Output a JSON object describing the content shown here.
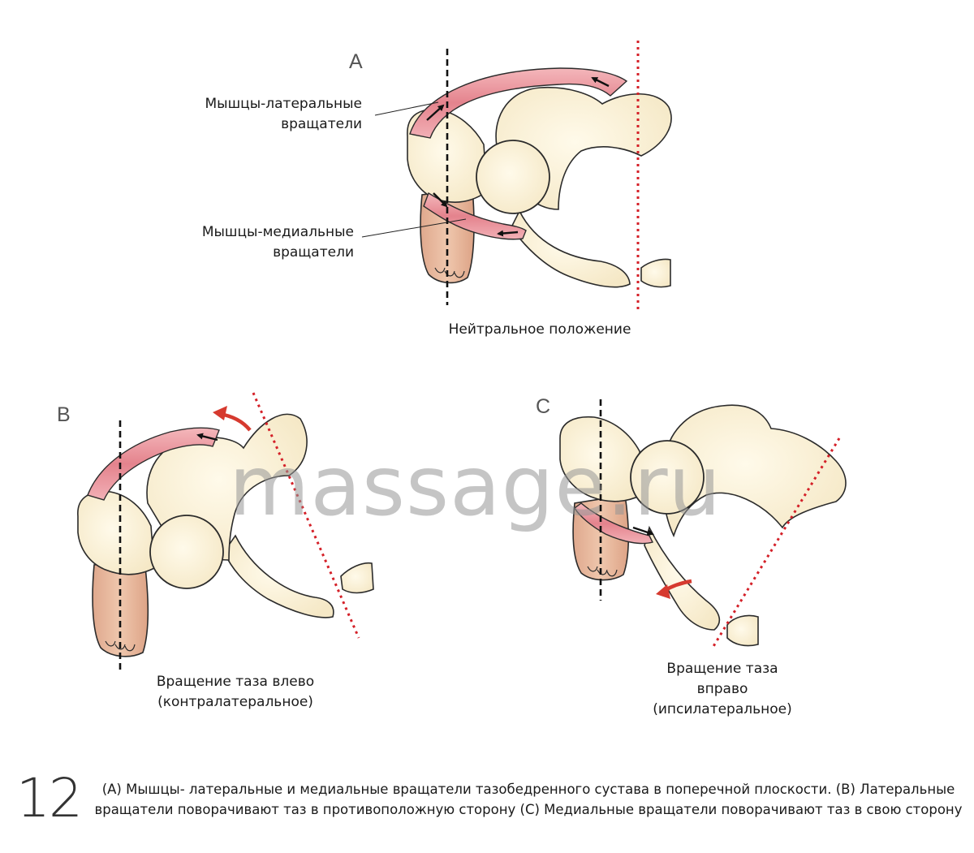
{
  "panels": {
    "a": {
      "letter": "A",
      "lateral_label": [
        "Мышцы-латеральные",
        "вращатели"
      ],
      "medial_label": [
        "Мышцы-медиальные",
        "вращатели"
      ],
      "caption": "Нейтральное положение"
    },
    "b": {
      "letter": "B",
      "caption": [
        "Вращение таза влево",
        "(контралатеральное)"
      ]
    },
    "c": {
      "letter": "C",
      "caption": [
        "Вращение таза",
        "вправо",
        "(ипсилатеральное)"
      ]
    }
  },
  "watermark": "massage.ru",
  "figure": {
    "number": "12",
    "caption": "(А) Мышцы- латеральные и медиальные вращатели тазобедренного сустава в поперечной плоскости. (В) Латеральные вращатели поворачивают таз в противоположную сторону (С) Медиальные вращатели поворачивают таз в свою сторону"
  },
  "colors": {
    "bone": "#fbf3dd",
    "bone_outline": "#2b2b2b",
    "muscle": "#e58a92",
    "skin": "#e8b89c",
    "red_line": "#d42028",
    "arrow_red": "#d63a2f"
  }
}
